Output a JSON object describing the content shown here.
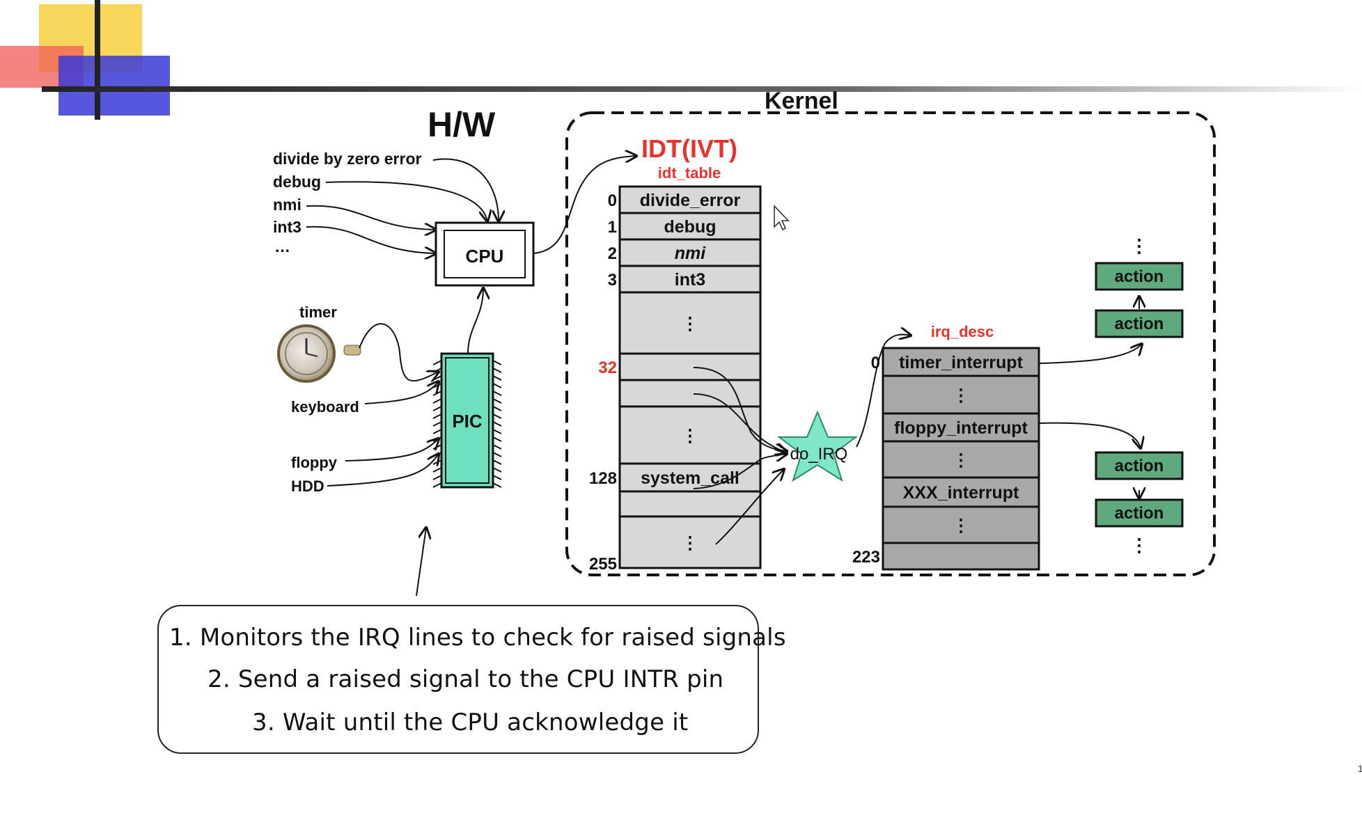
{
  "headings": {
    "hw": "H/W",
    "kernel": "Kernel",
    "idt": "IDT(IVT)",
    "idt_table": "idt_table",
    "irq_desc": "irq_desc"
  },
  "exceptions": [
    "divide by zero error",
    "debug",
    "nmi",
    "int3",
    "…"
  ],
  "devices": {
    "timer": "timer",
    "keyboard": "keyboard",
    "floppy": "floppy",
    "hdd": "HDD"
  },
  "chips": {
    "cpu": "CPU",
    "pic": "PIC"
  },
  "idt_rows": [
    {
      "index": "0",
      "label": "divide_error"
    },
    {
      "index": "1",
      "label": "debug"
    },
    {
      "index": "2",
      "label": "nmi"
    },
    {
      "index": "3",
      "label": "int3"
    },
    {
      "index": "",
      "label": "⋮"
    },
    {
      "index": "32",
      "label": ""
    },
    {
      "index": "",
      "label": ""
    },
    {
      "index": "",
      "label": "⋮"
    },
    {
      "index": "128",
      "label": "system_call"
    },
    {
      "index": "",
      "label": ""
    },
    {
      "index": "255",
      "label": "⋮"
    }
  ],
  "do_irq": "do_IRQ",
  "irq_rows": [
    {
      "index": "0",
      "label": "timer_interrupt"
    },
    {
      "index": "",
      "label": "⋮"
    },
    {
      "index": "",
      "label": "floppy_interrupt"
    },
    {
      "index": "",
      "label": "⋮"
    },
    {
      "index": "",
      "label": "XXX_interrupt"
    },
    {
      "index": "",
      "label": "⋮"
    },
    {
      "index": "223",
      "label": ""
    }
  ],
  "actions": [
    "action",
    "action",
    "action",
    "action"
  ],
  "ellipsis": "⋮",
  "notes": [
    "1. Monitors the IRQ lines to check for raised signals",
    "2. Send a raised signal to the CPU INTR pin",
    "3. Wait until the CPU acknowledge it"
  ],
  "page_number": "1",
  "colors": {
    "red": "#e8322a",
    "pic": "#6fe0bf",
    "action": "#5fa97c",
    "table": "#d8d8d8",
    "irq_table": "#a9a9a9",
    "star": "#7fe6c8"
  },
  "icons": [
    "watch-image",
    "mouse-cursor-icon",
    "slide-corner-logo"
  ]
}
